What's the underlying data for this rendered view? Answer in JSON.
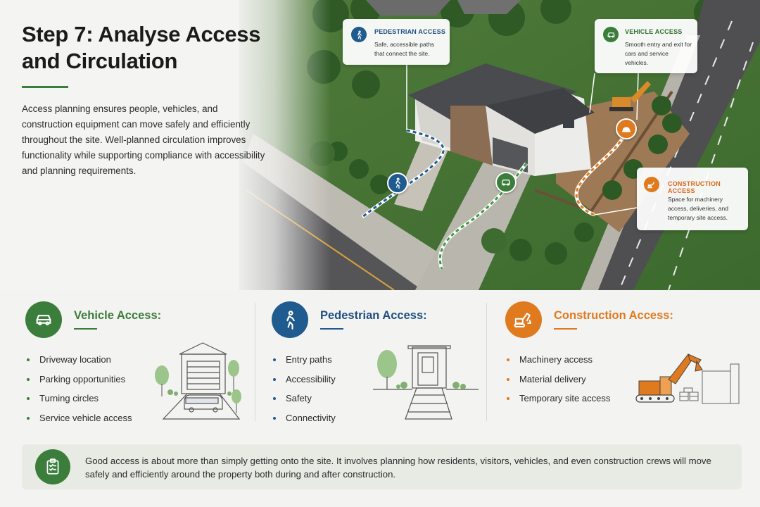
{
  "header": {
    "title": "Step 7: Analyse Access and Circulation",
    "intro": "Access planning ensures people, vehicles, and construction equipment can move safely and efficiently throughout the site. Well-planned circulation improves functionality while supporting compliance with accessibility and planning requirements."
  },
  "callouts": {
    "pedestrian": {
      "title": "PEDESTRIAN ACCESS",
      "text": "Safe, accessible paths that connect the site.",
      "icon": "walking-person-icon"
    },
    "vehicle": {
      "title": "VEHICLE ACCESS",
      "text": "Smooth entry and exit for cars and service vehicles.",
      "icon": "car-icon"
    },
    "construction": {
      "title": "CONSTRUCTION ACCESS",
      "text": "Space for machinery access, deliveries, and temporary site access.",
      "icon": "excavator-icon"
    }
  },
  "sections": [
    {
      "key": "vehicle",
      "heading": "Vehicle Access:",
      "color": "#3b7d3a",
      "icon": "car-icon",
      "items": [
        "Driveway location",
        "Parking opportunities",
        "Turning circles",
        "Service vehicle access"
      ]
    },
    {
      "key": "pedestrian",
      "heading": "Pedestrian Access:",
      "color": "#1f5b8e",
      "icon": "walking-person-icon",
      "items": [
        "Entry paths",
        "Accessibility",
        "Safety",
        "Connectivity"
      ]
    },
    {
      "key": "construction",
      "heading": "Construction Access:",
      "color": "#e07a1f",
      "icon": "excavator-icon",
      "items": [
        "Machinery access",
        "Material delivery",
        "Temporary site access"
      ]
    }
  ],
  "summary": {
    "text": "Good access is about more than simply getting onto the site. It involves planning how residents, visitors, vehicles, and even construction crews will move safely and efficiently around the property both during and after construction.",
    "icon": "clipboard-checklist-icon"
  },
  "colors": {
    "green": "#3b7d3a",
    "blue": "#1f5b8e",
    "orange": "#e07a1f",
    "background": "#f3f3f1"
  }
}
